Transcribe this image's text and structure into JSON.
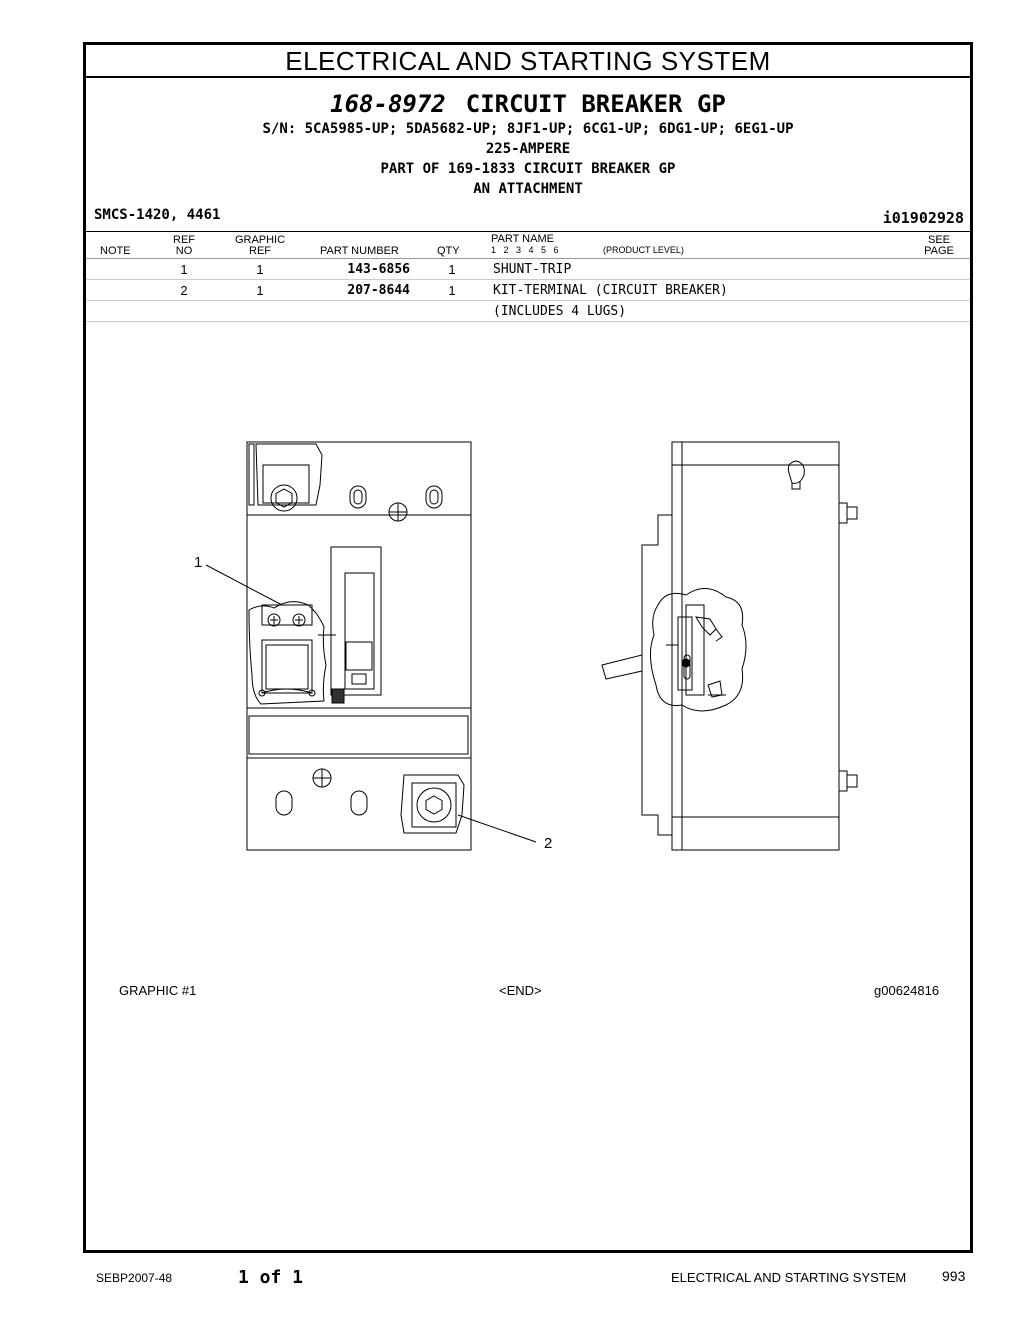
{
  "header": {
    "system_title": "ELECTRICAL AND STARTING SYSTEM",
    "part_number": "168-8972",
    "group_name": "CIRCUIT BREAKER GP",
    "serial_line": "S/N: 5CA5985-UP; 5DA5682-UP; 8JF1-UP; 6CG1-UP; 6DG1-UP; 6EG1-UP",
    "rating_line": "225-AMPERE",
    "part_of_line": "PART OF 169-1833 CIRCUIT BREAKER GP",
    "attachment_line": "AN ATTACHMENT",
    "smcs": "SMCS-1420, 4461",
    "illustration_id": "i01902928"
  },
  "table": {
    "columns": {
      "note": "NOTE",
      "ref_top": "REF",
      "ref_bottom": "NO",
      "graphic_top": "GRAPHIC",
      "graphic_bottom": "REF",
      "part_number": "PART NUMBER",
      "qty": "QTY",
      "part_name_top": "PART NAME",
      "levels": "1   2   3   4   5   6",
      "product_level": "(PRODUCT LEVEL)",
      "see_top": "SEE",
      "see_bottom": "PAGE"
    },
    "rows": [
      {
        "ref": "1",
        "graphic": "1",
        "part_number": "143-6856",
        "qty": "1",
        "name": "SHUNT-TRIP"
      },
      {
        "ref": "2",
        "graphic": "1",
        "part_number": "207-8644",
        "qty": "1",
        "name": "KIT-TERMINAL (CIRCUIT BREAKER)"
      },
      {
        "ref": "",
        "graphic": "",
        "part_number": "",
        "qty": "",
        "name": "(INCLUDES 4 LUGS)"
      }
    ]
  },
  "drawing": {
    "callout_1": "1",
    "callout_2": "2",
    "graphic_label": "GRAPHIC #1",
    "end_label": "<END>",
    "graphic_id": "g00624816"
  },
  "footer": {
    "doc_id": "SEBP2007-48",
    "page_of": "1 of 1",
    "system": "ELECTRICAL AND STARTING SYSTEM",
    "page_number": "993"
  }
}
